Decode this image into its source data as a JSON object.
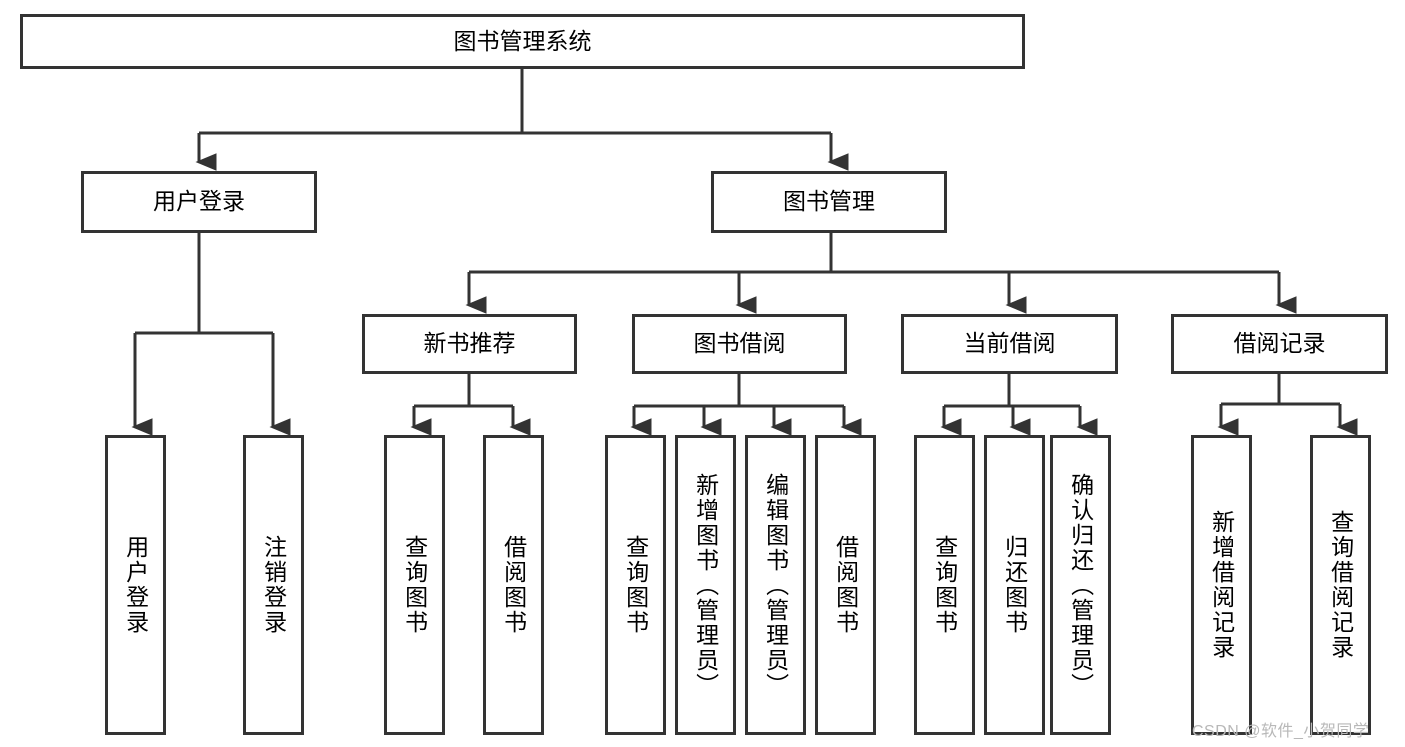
{
  "diagram": {
    "title": "图书管理系统",
    "type": "tree-hierarchy",
    "orientation": "top-down",
    "colors": {
      "box_border": "#333333",
      "box_fill": "#ffffff",
      "connector": "#333333",
      "background": "#ffffff",
      "watermark": "#b8b8b8"
    },
    "root": {
      "label": "图书管理系统"
    },
    "level2": [
      {
        "label": "用户登录"
      },
      {
        "label": "图书管理"
      }
    ],
    "level3": [
      {
        "label": "新书推荐"
      },
      {
        "label": "图书借阅"
      },
      {
        "label": "当前借阅"
      },
      {
        "label": "借阅记录"
      }
    ],
    "leaves": {
      "user_login": [
        {
          "label": "用户登录"
        },
        {
          "label": "注销登录"
        }
      ],
      "new_book_recommend": [
        {
          "label": "查询图书"
        },
        {
          "label": "借阅图书"
        }
      ],
      "book_borrow": [
        {
          "label": "查询图书"
        },
        {
          "label": "新增图书（管理员）"
        },
        {
          "label": "编辑图书（管理员）"
        },
        {
          "label": "借阅图书"
        }
      ],
      "current_borrow": [
        {
          "label": "查询图书"
        },
        {
          "label": "归还图书"
        },
        {
          "label": "确认归还（管理员）"
        }
      ],
      "borrow_record": [
        {
          "label": "新增借阅记录"
        },
        {
          "label": "查询借阅记录"
        }
      ]
    }
  },
  "watermark": {
    "text": "CSDN @软件_小贺同学"
  }
}
